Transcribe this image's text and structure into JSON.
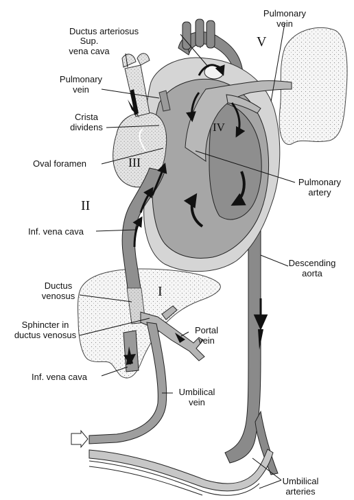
{
  "labels": {
    "pulmonary_vein_top": [
      "Pulmonary",
      "vein"
    ],
    "ductus_arteriosus": "Ductus arteriosus",
    "sup_vena_cava": [
      "Sup.",
      "vena cava"
    ],
    "pulmonary_vein_left": [
      "Pulmonary",
      "vein"
    ],
    "crista_dividens": [
      "Crista",
      "dividens"
    ],
    "oval_foramen": "Oval foramen",
    "pulmonary_artery": [
      "Pulmonary",
      "artery"
    ],
    "inf_vena_cava_upper": "Inf. vena cava",
    "descending_aorta": [
      "Descending",
      "aorta"
    ],
    "ductus_venosus": [
      "Ductus",
      "venosus"
    ],
    "sphincter": [
      "Sphincter in",
      "ductus venosus"
    ],
    "portal_vein": [
      "Portal",
      "vein"
    ],
    "inf_vena_cava_lower": "Inf. vena cava",
    "umbilical_vein": [
      "Umbilical",
      "vein"
    ],
    "umbilical_arteries": [
      "Umbilical",
      "arteries"
    ]
  },
  "roman_numerals": {
    "i": "I",
    "ii": "II",
    "iii": "III",
    "iv": "IV",
    "v": "V"
  },
  "colors": {
    "oxygenated_dark": "#7d7d7d",
    "mixed_mid": "#a9a9a9",
    "light_wall": "#d3d3d3",
    "stipple_organ": "#f1f1f1",
    "outline": "#222222"
  }
}
